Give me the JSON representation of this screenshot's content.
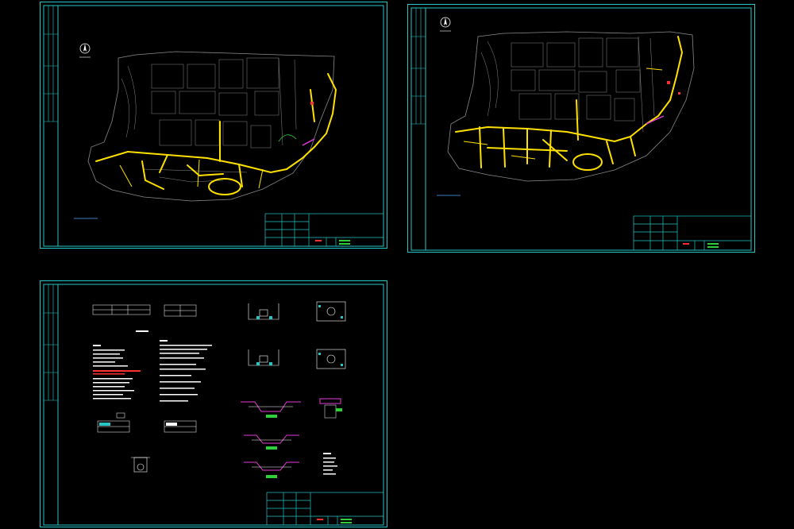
{
  "colors": {
    "background": "#000000",
    "frame": "#25c6c6",
    "linework": "#8a8a8a",
    "pipe": "#ffe100",
    "accent_magenta": "#e63ad8",
    "accent_green": "#2fcf3a",
    "accent_red": "#ff3030",
    "text_cyan": "#4fa8ff"
  },
  "icons": {
    "north_arrow": "north-arrow-icon"
  },
  "sheets": [
    {
      "id": "sheet-1",
      "content": "site-plan-a"
    },
    {
      "id": "sheet-2",
      "content": "site-plan-b"
    },
    {
      "id": "sheet-3",
      "content": "details-and-notes"
    }
  ]
}
